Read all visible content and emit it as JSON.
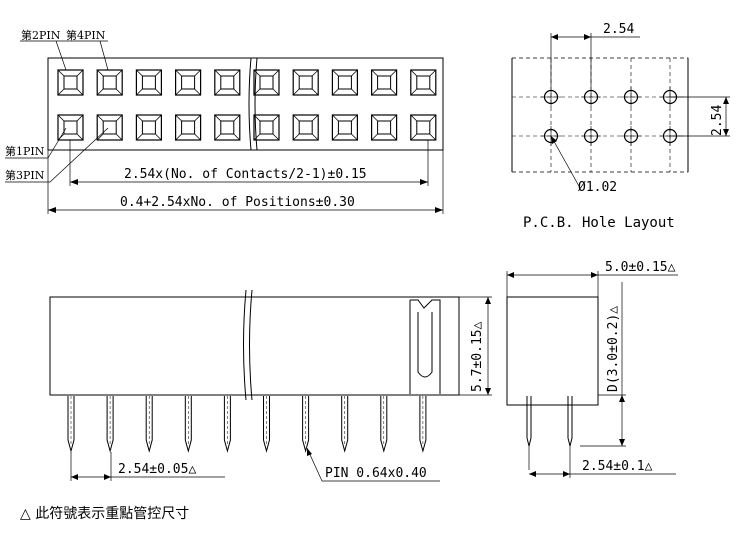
{
  "top_view": {
    "label_pin2": "第2PIN",
    "label_pin4": "第4PIN",
    "label_pin1": "第1PIN",
    "label_pin3": "第3PIN",
    "dim_contacts": "2.54x(No. of Contacts/2-1)±0.15",
    "dim_positions": "0.4+2.54xNo. of Positions±0.30"
  },
  "pcb_layout": {
    "dim_pitch_h": "2.54",
    "dim_pitch_v": "2.54",
    "dim_hole": "Ø1.02",
    "caption": "P.C.B. Hole Layout"
  },
  "front_view": {
    "dim_height": "5.7±0.15△",
    "dim_pitch": "2.54±0.05△",
    "dim_pin": "PIN 0.64x0.40"
  },
  "side_view": {
    "dim_width": "5.0±0.15△",
    "dim_depth": "D(3.0±0.2)△",
    "dim_pitch": "2.54±0.1△"
  },
  "note": "△ 此符號表示重點管控尺寸"
}
